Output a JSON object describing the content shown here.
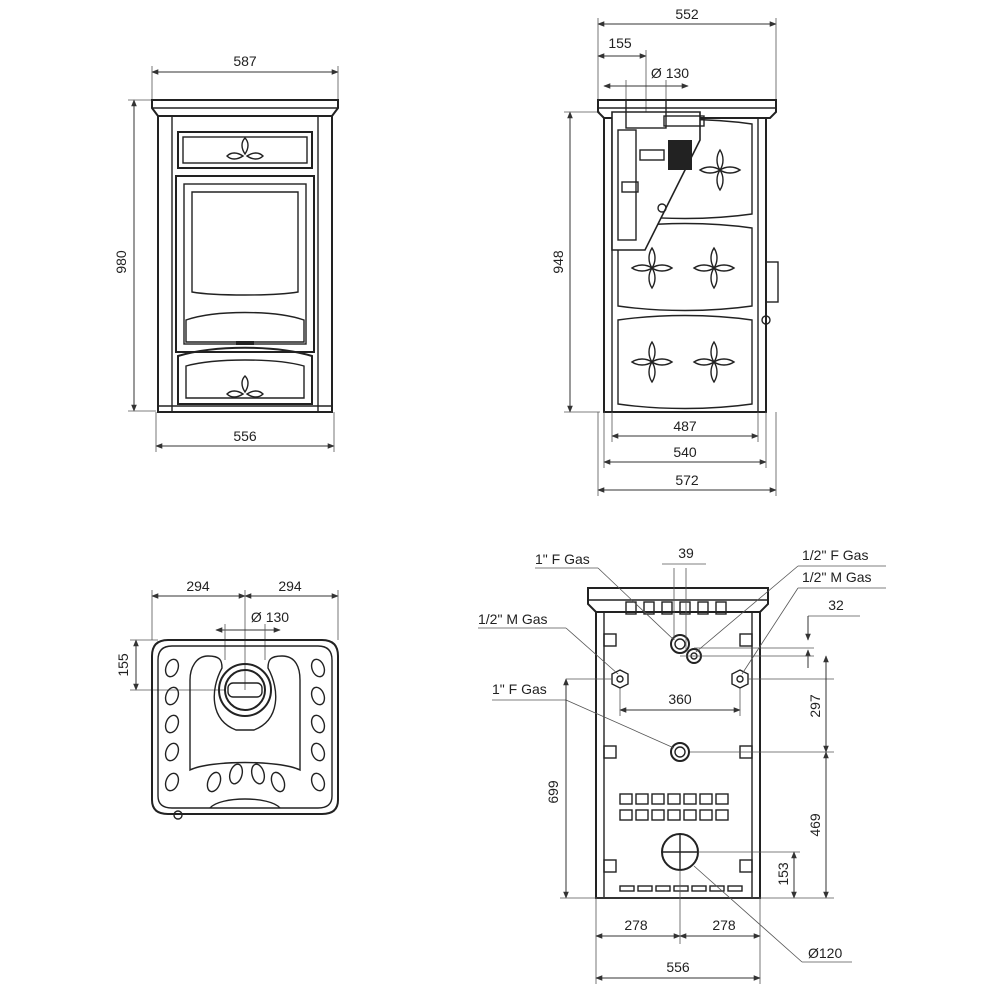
{
  "drawings": {
    "front_view": {
      "width_top": "587",
      "height": "980",
      "width_bottom": "556"
    },
    "side_view": {
      "depth_total": "552",
      "flue_offset": "155",
      "flue_diameter": "Ø 130",
      "height": "948",
      "depth_487": "487",
      "depth_540": "540",
      "depth_572": "572"
    },
    "top_view": {
      "half_left": "294",
      "half_right": "294",
      "flue_diameter": "Ø 130",
      "flue_offset": "155"
    },
    "rear_view": {
      "label_1f_gas_top": "1\" F Gas",
      "offset_39": "39",
      "label_half_f_gas": "1/2\" F Gas",
      "label_half_m_gas_right": "1/2\" M Gas",
      "offset_32": "32",
      "label_half_m_gas_left": "1/2\" M Gas",
      "label_1f_gas_mid": "1\" F Gas",
      "spacing_360": "360",
      "height_297": "297",
      "height_699": "699",
      "height_469": "469",
      "height_153": "153",
      "half_278_left": "278",
      "half_278_right": "278",
      "outlet_diameter": "Ø120",
      "width_556": "556"
    }
  }
}
